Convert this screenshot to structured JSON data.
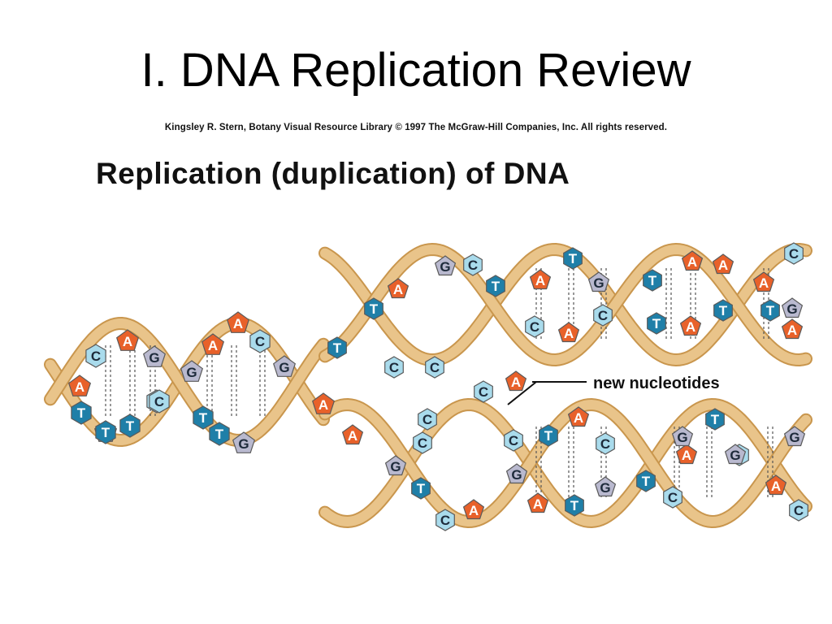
{
  "slide": {
    "title": "I. DNA Replication Review",
    "credit": "Kingsley R. Stern, Botany Visual Resource Library © 1997 The McGraw-Hill Companies, Inc. All rights reserved.",
    "figure_heading": "Replication (duplication) of DNA"
  },
  "diagram": {
    "callout_label": "new nucleotides",
    "colors": {
      "backbone": "#e9c48a",
      "backbone_edge": "#c9964d",
      "A": "#e8612a",
      "T": "#1f7fa8",
      "G": "#b9b9cf",
      "C": "#a9dbec"
    },
    "parent_bases": [
      "C",
      "A",
      "G",
      "A",
      "C",
      "T",
      "G",
      "T",
      "A",
      "A",
      "C",
      "G",
      "G",
      "T",
      "T",
      "G",
      "C",
      "A",
      "T"
    ],
    "free_nucleotides": [
      "G",
      "C",
      "A",
      "T",
      "T",
      "C",
      "C",
      "C",
      "C",
      "A",
      "C",
      "A",
      "G",
      "T",
      "C",
      "A"
    ],
    "top_daughter_bases": [
      "T",
      "A",
      "G",
      "C",
      "T",
      "A",
      "A",
      "T",
      "A",
      "T",
      "C",
      "G",
      "A",
      "C",
      "T",
      "A",
      "T",
      "A"
    ],
    "bottom_daughter_bases": [
      "C",
      "T",
      "A",
      "C",
      "G",
      "T",
      "A",
      "G",
      "C",
      "T",
      "C",
      "A",
      "G",
      "G",
      "T",
      "A",
      "C",
      "G"
    ]
  }
}
